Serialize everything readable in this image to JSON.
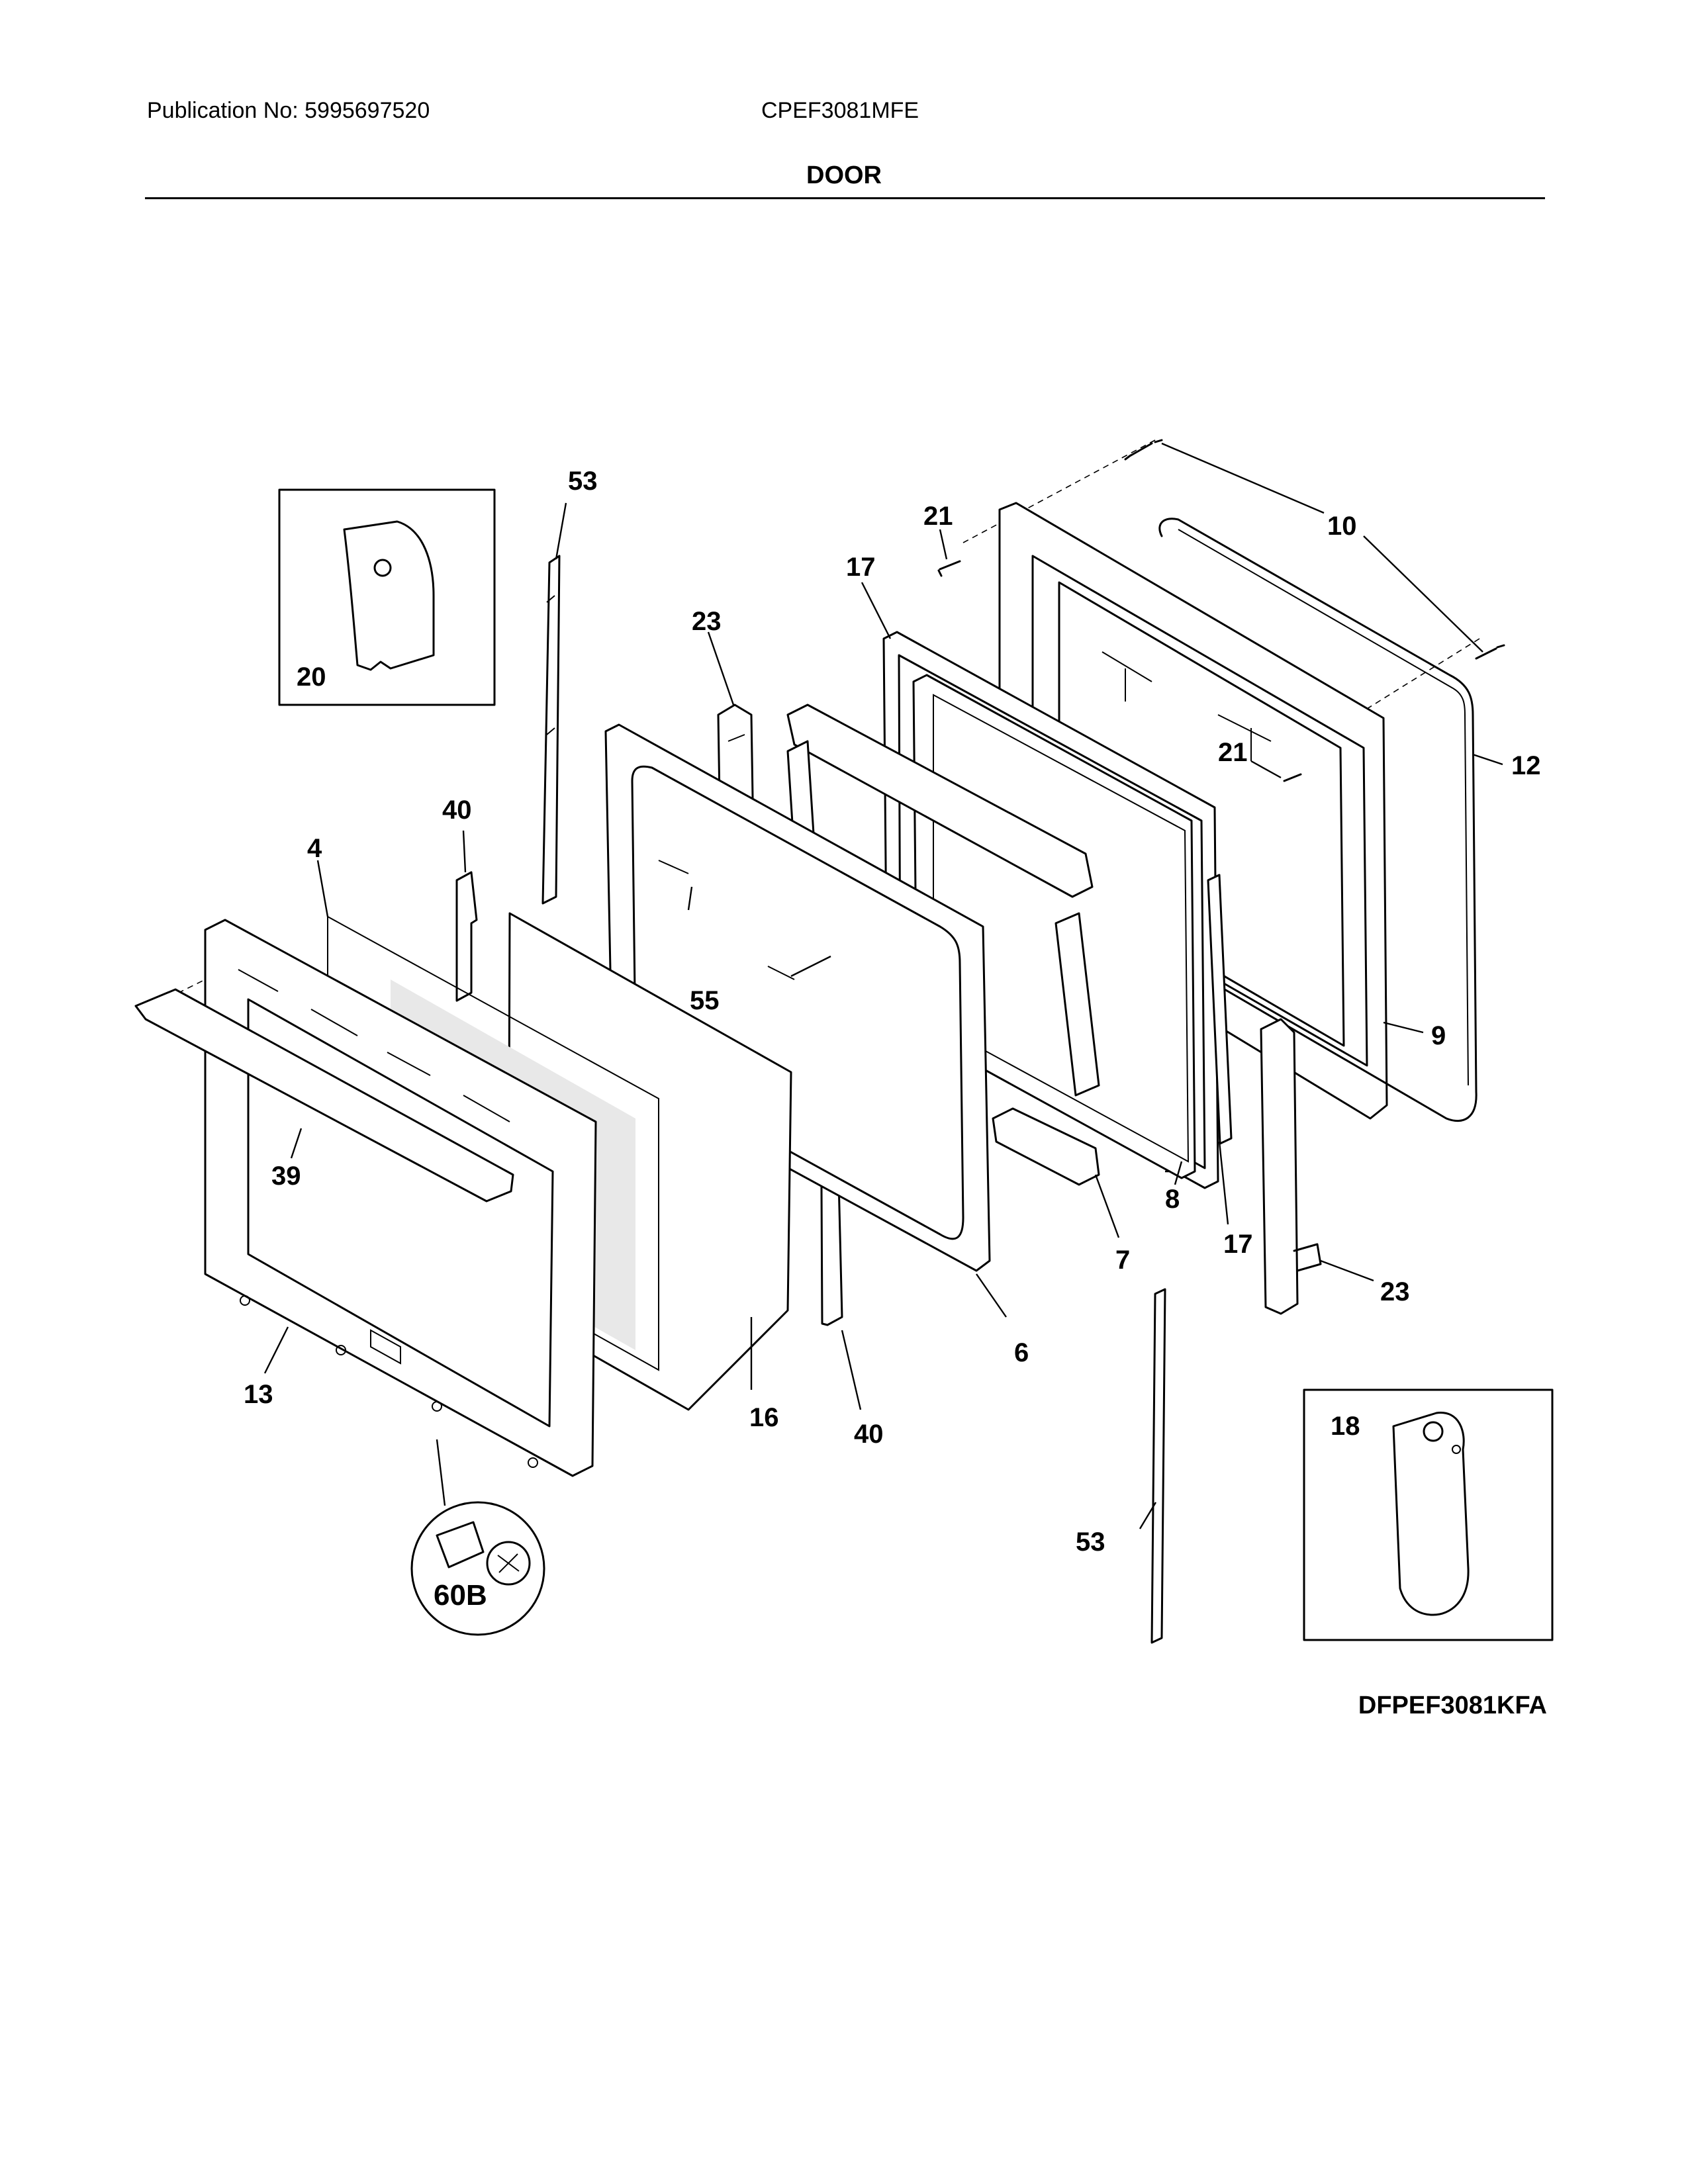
{
  "header": {
    "publication": "Publication No: 5995697520",
    "model": "CPEF3081MFE",
    "section_title": "DOOR"
  },
  "footer": {
    "diagram_code": "DFPEF3081KFA"
  },
  "callouts": {
    "c53_top": "53",
    "c21_top": "21",
    "c10": "10",
    "c17_top": "17",
    "c23_top": "23",
    "c20": "20",
    "c21_mid": "21",
    "c12": "12",
    "c40_top": "40",
    "c4": "4",
    "c55": "55",
    "c9": "9",
    "c39": "39",
    "c8": "8",
    "c7": "7",
    "c17_bot": "17",
    "c23_bot": "23",
    "c6": "6",
    "c13": "13",
    "c16": "16",
    "c40_bot": "40",
    "c18": "18",
    "c53_bot": "53",
    "c60b": "60B"
  }
}
